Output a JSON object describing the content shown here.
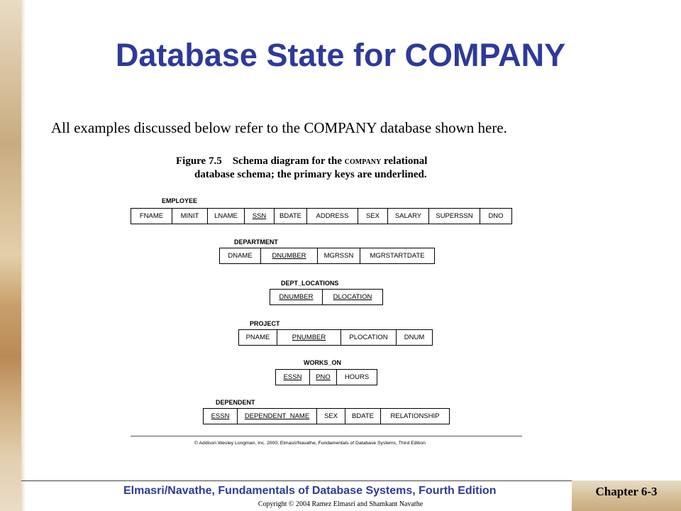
{
  "slide": {
    "title": "Database State for COMPANY",
    "intro": "All examples discussed below refer to the COMPANY database shown here."
  },
  "figure": {
    "label": "Figure 7.5",
    "caption_pre": "Schema diagram for the",
    "caption_sc": "company",
    "caption_post": "relational",
    "caption_line2": "database schema; the primary keys are underlined.",
    "credit": "© Addison Wesley Longman, Inc. 2000, Elmasri/Navathe, Fundamentals of Database Systems, Third Edition",
    "relations": [
      {
        "name": "EMPLOYEE",
        "attributes": [
          {
            "label": "FNAME",
            "pk": false
          },
          {
            "label": "MINIT",
            "pk": false
          },
          {
            "label": "LNAME",
            "pk": false
          },
          {
            "label": "SSN",
            "pk": true
          },
          {
            "label": "BDATE",
            "pk": false
          },
          {
            "label": "ADDRESS",
            "pk": false
          },
          {
            "label": "SEX",
            "pk": false
          },
          {
            "label": "SALARY",
            "pk": false
          },
          {
            "label": "SUPERSSN",
            "pk": false
          },
          {
            "label": "DNO",
            "pk": false
          }
        ]
      },
      {
        "name": "DEPARTMENT",
        "attributes": [
          {
            "label": "DNAME",
            "pk": false
          },
          {
            "label": "DNUMBER",
            "pk": true
          },
          {
            "label": "MGRSSN",
            "pk": false
          },
          {
            "label": "MGRSTARTDATE",
            "pk": false
          }
        ]
      },
      {
        "name": "DEPT_LOCATIONS",
        "attributes": [
          {
            "label": "DNUMBER",
            "pk": true
          },
          {
            "label": "DLOCATION",
            "pk": true
          }
        ]
      },
      {
        "name": "PROJECT",
        "attributes": [
          {
            "label": "PNAME",
            "pk": false
          },
          {
            "label": "PNUMBER",
            "pk": true
          },
          {
            "label": "PLOCATION",
            "pk": false
          },
          {
            "label": "DNUM",
            "pk": false
          }
        ]
      },
      {
        "name": "WORKS_ON",
        "attributes": [
          {
            "label": "ESSN",
            "pk": true
          },
          {
            "label": "PNO",
            "pk": true
          },
          {
            "label": "HOURS",
            "pk": false
          }
        ]
      },
      {
        "name": "DEPENDENT",
        "attributes": [
          {
            "label": "ESSN",
            "pk": true
          },
          {
            "label": "DEPENDENT_NAME",
            "pk": true
          },
          {
            "label": "SEX",
            "pk": false
          },
          {
            "label": "BDATE",
            "pk": false
          },
          {
            "label": "RELATIONSHIP",
            "pk": false
          }
        ]
      }
    ]
  },
  "footer": {
    "book": "Elmasri/Navathe, Fundamentals of Database Systems, Fourth Edition",
    "copyright": "Copyright © 2004 Ramez Elmasri and Shamkant Navathe",
    "chapter": "Chapter 6-3"
  }
}
